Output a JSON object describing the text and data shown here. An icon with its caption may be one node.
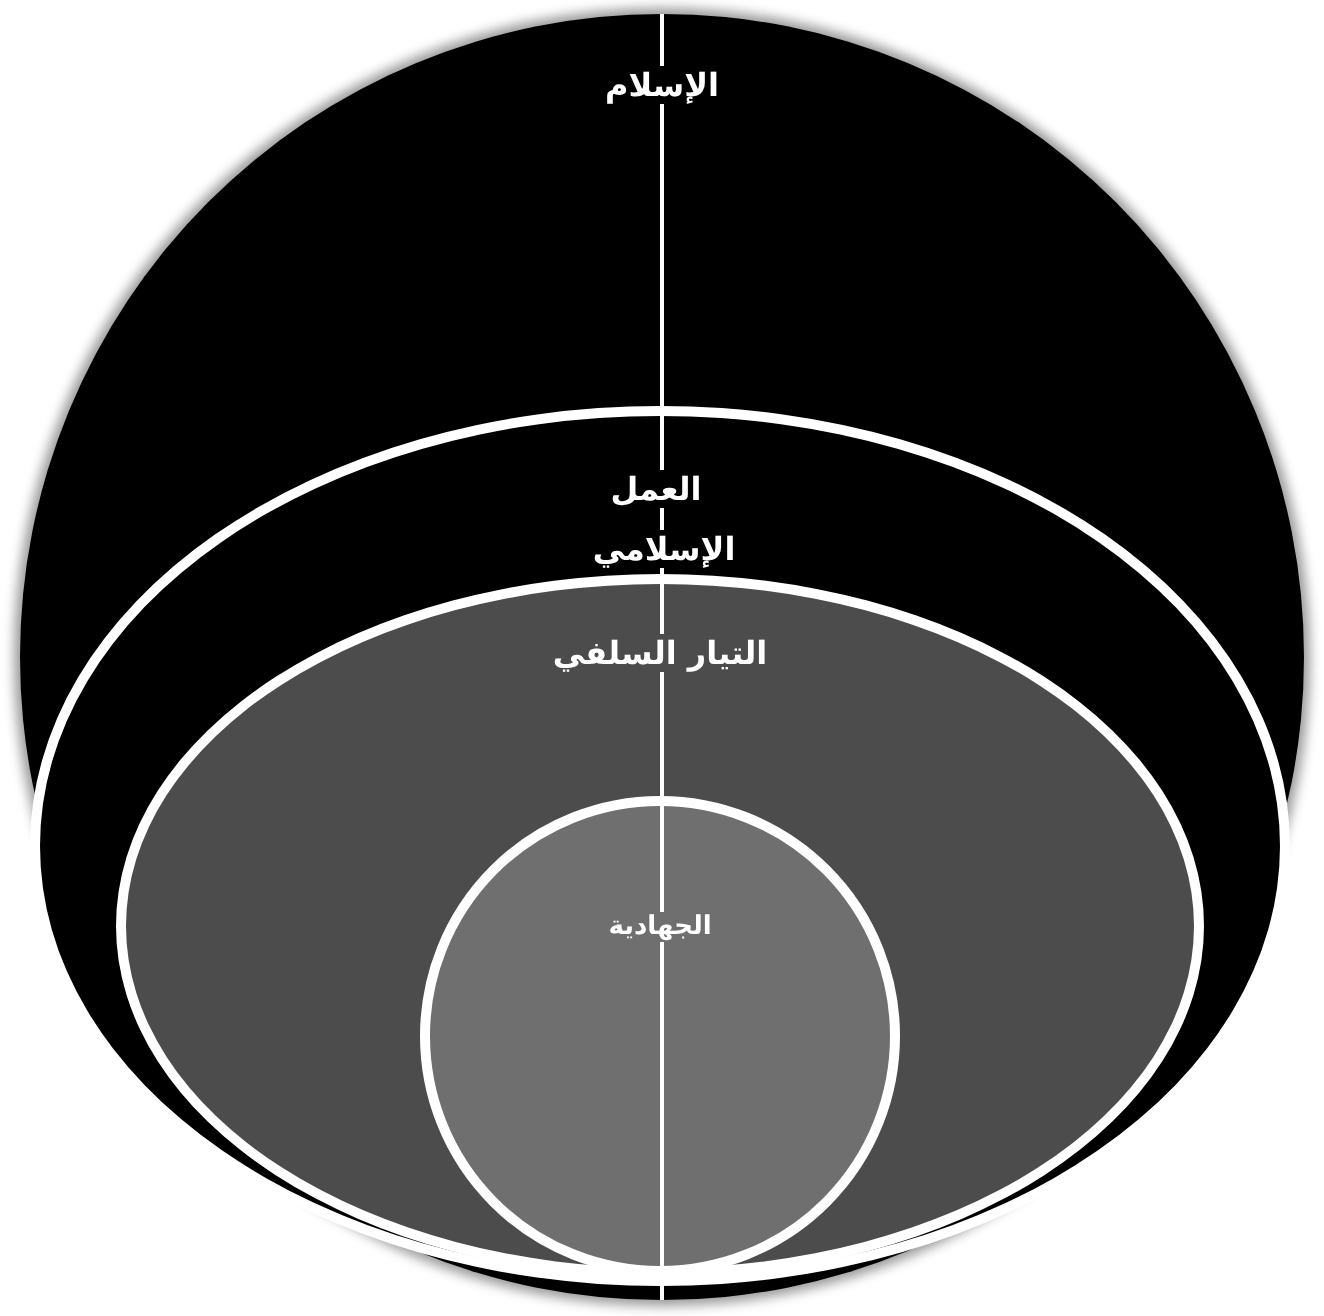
{
  "diagram": {
    "nodes": [
      {
        "text": [
          "الإسلام"
        ]
      },
      {
        "text": [
          "العمل الإسلامي"
        ],
        "in": 0
      },
      {
        "text": [
          "التيار السلفي"
        ],
        "in": 1
      },
      {
        "text": [
          "الجهادية"
        ],
        "in": 2
      }
    ]
  }
}
